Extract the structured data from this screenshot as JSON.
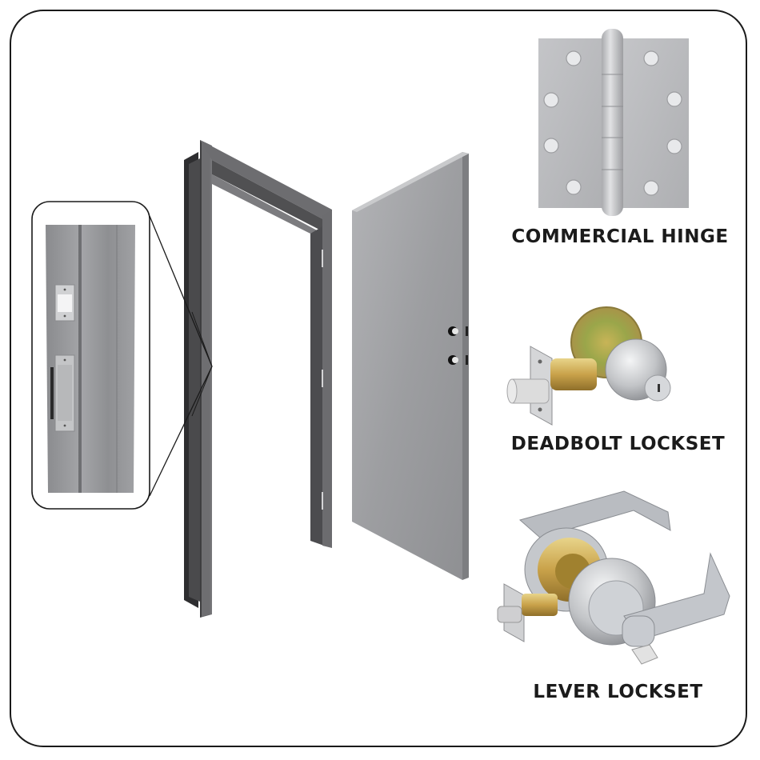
{
  "figure": {
    "subject": "steel door frame, door slab and hardware",
    "colors": {
      "border": "#1a1a1a",
      "frame_dark": "#4a4a4c",
      "frame_mid": "#6d6d70",
      "door_face": "#a9aaad",
      "hinge": "#b9babd",
      "brass": "#c9a24a",
      "caption_text": "#1b1b1b"
    }
  },
  "products": [
    {
      "id": "hinge",
      "label": "COMMERCIAL HINGE",
      "icon": "hinge-icon"
    },
    {
      "id": "deadbolt",
      "label": "DEADBOLT LOCKSET",
      "icon": "deadbolt-icon"
    },
    {
      "id": "lever",
      "label": "LEVER LOCKSET",
      "icon": "lever-lockset-icon"
    }
  ],
  "callout": {
    "subject": "frame strike detail",
    "icon": "magnified-frame-detail"
  }
}
